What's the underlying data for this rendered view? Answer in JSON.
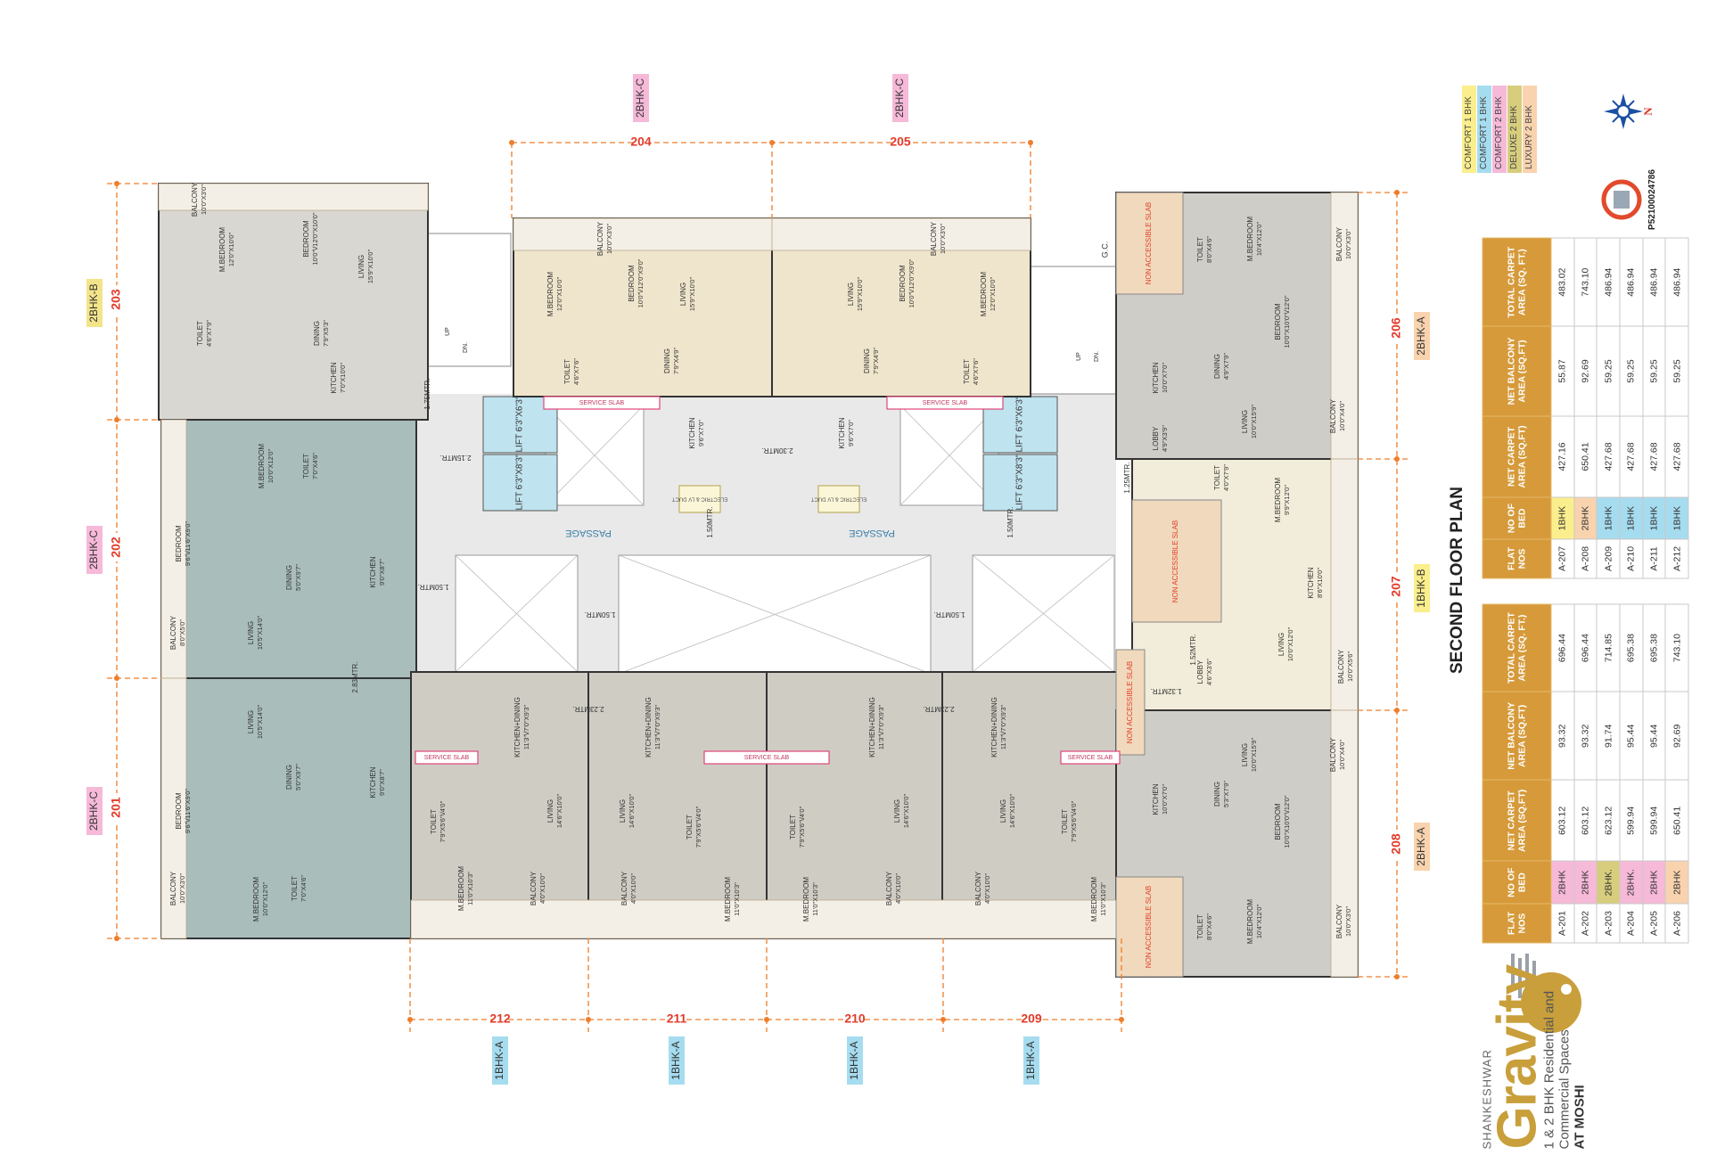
{
  "title": "SECOND FLOOR PLAN",
  "legend": [
    {
      "label": "COMFORT 1 BHK",
      "color": "#fbee8c"
    },
    {
      "label": "COMFORT 1 BHK",
      "color": "#a6dcef"
    },
    {
      "label": "COMFORT 2 BHK",
      "color": "#f6b9d8"
    },
    {
      "label": "DELUXE 2 BHK",
      "color": "#d7cd7c"
    },
    {
      "label": "LUXURY 2 BHK",
      "color": "#f8d3ae"
    }
  ],
  "compass": {
    "icon": "compass-north-icon",
    "north_label": "N"
  },
  "rera": {
    "number": "P52100024786",
    "icon": "rera-seal-icon"
  },
  "brand": {
    "prefix": "SHANKESHWAR",
    "name": "Gravity",
    "tagline_1": "1 & 2 BHK Residential and",
    "tagline_2": "Commercial Spaces",
    "tagline_3": "AT MOSHI",
    "color": "#c89f3a"
  },
  "tables": [
    {
      "headers": [
        "FLAT NOS",
        "NO OF BED",
        "NET CARPET AREA (SQ.FT)",
        "NET BALCONY AREA (SQ.FT)",
        "TOTAL CARPET AREA (SQ. FT.)"
      ],
      "rows": [
        {
          "flat": "A-207",
          "bed": "1BHK",
          "bed_color": "#fbee8c",
          "net_carpet": "427.16",
          "net_balcony": "55.87",
          "total": "483.02"
        },
        {
          "flat": "A-208",
          "bed": "2BHK",
          "bed_color": "#f8d3ae",
          "net_carpet": "650.41",
          "net_balcony": "92.69",
          "total": "743.10"
        },
        {
          "flat": "A-209",
          "bed": "1BHK",
          "bed_color": "#a6dcef",
          "net_carpet": "427.68",
          "net_balcony": "59.25",
          "total": "486.94"
        },
        {
          "flat": "A-210",
          "bed": "1BHK",
          "bed_color": "#a6dcef",
          "net_carpet": "427.68",
          "net_balcony": "59.25",
          "total": "486.94"
        },
        {
          "flat": "A-211",
          "bed": "1BHK",
          "bed_color": "#a6dcef",
          "net_carpet": "427.68",
          "net_balcony": "59.25",
          "total": "486.94"
        },
        {
          "flat": "A-212",
          "bed": "1BHK",
          "bed_color": "#a6dcef",
          "net_carpet": "427.68",
          "net_balcony": "59.25",
          "total": "486.94"
        }
      ]
    },
    {
      "headers": [
        "FLAT NOS",
        "NO OF BED",
        "NET CARPET AREA (SQ.FT)",
        "NET BALCONY AREA (SQ.FT)",
        "TOTAL CARPET AREA (SQ. FT.)"
      ],
      "rows": [
        {
          "flat": "A-201",
          "bed": "2BHK",
          "bed_color": "#f6b9d8",
          "net_carpet": "603.12",
          "net_balcony": "93.32",
          "total": "696.44"
        },
        {
          "flat": "A-202",
          "bed": "2BHK",
          "bed_color": "#f6b9d8",
          "net_carpet": "603.12",
          "net_balcony": "93.32",
          "total": "696.44"
        },
        {
          "flat": "A-203",
          "bed": "2BHK.",
          "bed_color": "#d7cd7c",
          "net_carpet": "623.12",
          "net_balcony": "91.74",
          "total": "714.85"
        },
        {
          "flat": "A-204",
          "bed": "2BHK.",
          "bed_color": "#f6b9d8",
          "net_carpet": "599.94",
          "net_balcony": "95.44",
          "total": "695.38"
        },
        {
          "flat": "A-205",
          "bed": "2BHK",
          "bed_color": "#f6b9d8",
          "net_carpet": "599.94",
          "net_balcony": "95.44",
          "total": "695.38"
        },
        {
          "flat": "A-206",
          "bed": "2BHK",
          "bed_color": "#f8d3ae",
          "net_carpet": "650.41",
          "net_balcony": "92.69",
          "total": "743.10"
        }
      ]
    }
  ],
  "unit_tags": [
    {
      "number": "203",
      "type": "2BHK-B",
      "color": "#f3e48a"
    },
    {
      "number": "202",
      "type": "2BHK-C",
      "color": "#f6b9d8"
    },
    {
      "number": "201",
      "type": "2BHK-C",
      "color": "#f6b9d8"
    },
    {
      "number": "204",
      "type": "2BHK-C",
      "color": "#f6b9d8"
    },
    {
      "number": "205",
      "type": "2BHK-C",
      "color": "#f6b9d8"
    },
    {
      "number": "206",
      "type": "2BHK-A",
      "color": "#f8d3ae"
    },
    {
      "number": "207",
      "type": "1BHK-B",
      "color": "#fbee8c"
    },
    {
      "number": "208",
      "type": "2BHK-A",
      "color": "#f8d3ae"
    },
    {
      "number": "212",
      "type": "1BHK-A",
      "color": "#a6dcef"
    },
    {
      "number": "211",
      "type": "1BHK-A",
      "color": "#a6dcef"
    },
    {
      "number": "210",
      "type": "1BHK-A",
      "color": "#a6dcef"
    },
    {
      "number": "209",
      "type": "1BHK-A",
      "color": "#a6dcef"
    }
  ],
  "rooms": [
    {
      "name": "M.BEDROOM",
      "size": "12'0\"X10'0\""
    },
    {
      "name": "BEDROOM",
      "size": "10'0\"\\/12'0\"X10'0\""
    },
    {
      "name": "LIVING",
      "size": "15'9\"X10'0\""
    },
    {
      "name": "DINING",
      "size": "7'9\"X5'3\""
    },
    {
      "name": "KITCHEN",
      "size": "7'0\"X10'0\""
    },
    {
      "name": "TOILET",
      "size": "4'6\"X7'9\""
    },
    {
      "name": "BALCONY",
      "size": "10'0\"X3'0\""
    },
    {
      "name": "M.BEDROOM",
      "size": "12'0\"X10'0\""
    },
    {
      "name": "BEDROOM",
      "size": "10'0\"\\/12'0\"X9'0\""
    },
    {
      "name": "LIVING",
      "size": "15'9\"X10'0\""
    },
    {
      "name": "DINING",
      "size": "7'9\"X4'9\""
    },
    {
      "name": "KITCHEN",
      "size": "9'6\"X7'0\""
    },
    {
      "name": "TOILET",
      "size": "4'6\"X7'6\""
    },
    {
      "name": "BALCONY",
      "size": "10'0\"X3'0\""
    },
    {
      "name": "M.BEDROOM",
      "size": "12'0\"X10'0\""
    },
    {
      "name": "BEDROOM",
      "size": "10'0\"\\/12'0\"X9'0\""
    },
    {
      "name": "LIVING",
      "size": "15'9\"X10'0\""
    },
    {
      "name": "DINING",
      "size": "7'9\"X4'9\""
    },
    {
      "name": "KITCHEN",
      "size": "9'6\"X7'0\""
    },
    {
      "name": "TOILET",
      "size": "4'6\"X7'6\""
    },
    {
      "name": "BALCONY",
      "size": "10'0\"X3'0\""
    },
    {
      "name": "M.BEDROOM",
      "size": "10'0\"X12'0\""
    },
    {
      "name": "TOILET",
      "size": "7'0\"X4'6\""
    },
    {
      "name": "BEDROOM",
      "size": "9'6\"\\/11'6\"X9'0\""
    },
    {
      "name": "DINING",
      "size": "5'0\"X9'7\""
    },
    {
      "name": "KITCHEN",
      "size": "9'0\"X8'7\""
    },
    {
      "name": "LIVING",
      "size": "10'5\"X14'0\""
    },
    {
      "name": "BALCONY",
      "size": "8'0\"X5'0\""
    },
    {
      "name": "LIVING",
      "size": "10'5\"X14'0\""
    },
    {
      "name": "DINING",
      "size": "5'0\"X9'7\""
    },
    {
      "name": "KITCHEN",
      "size": "9'0\"X8'7\""
    },
    {
      "name": "BEDROOM",
      "size": "9'6\"\\/11'6\"X9'0\""
    },
    {
      "name": "M.BEDROOM",
      "size": "10'0\"X12'0\""
    },
    {
      "name": "BALCONY",
      "size": "10'0\"X3'0\""
    },
    {
      "name": "TOILET",
      "size": "7'0\"X4'6\""
    },
    {
      "name": "KITCHEN+DINING",
      "size": "11'3\"\\/7'0\"X9'3\""
    },
    {
      "name": "LIVING",
      "size": "14'6\"X10'0\""
    },
    {
      "name": "M.BEDROOM",
      "size": "11'0\"X10'3\""
    },
    {
      "name": "BALCONY",
      "size": "4'0\"X10'0\""
    },
    {
      "name": "TOILET",
      "size": "7'9\"X5'6\"\\/4'0\""
    },
    {
      "name": "KITCHEN+DINING",
      "size": "11'3\"\\/7'0\"X9'3\""
    },
    {
      "name": "LIVING",
      "size": "14'6\"X10'0\""
    },
    {
      "name": "M.BEDROOM",
      "size": "11'0\"X10'3\""
    },
    {
      "name": "BALCONY",
      "size": "4'0\"X10'0\""
    },
    {
      "name": "TOILET",
      "size": "7'9\"X5'6\"\\/4'0\""
    },
    {
      "name": "KITCHEN+DINING",
      "size": "11'3\"\\/7'0\"X9'3\""
    },
    {
      "name": "LIVING",
      "size": "14'6\"X10'0\""
    },
    {
      "name": "M.BEDROOM",
      "size": "11'0\"X10'3\""
    },
    {
      "name": "BALCONY",
      "size": "4'0\"X10'0\""
    },
    {
      "name": "TOILET",
      "size": "7'9\"X5'6\"\\/4'0\""
    },
    {
      "name": "KITCHEN+DINING",
      "size": "11'3\"\\/7'0\"X9'3\""
    },
    {
      "name": "LIVING",
      "size": "14'6\"X10'0\""
    },
    {
      "name": "M.BEDROOM",
      "size": "11'0\"X10'3\""
    },
    {
      "name": "BALCONY",
      "size": "4'0\"X10'0\""
    },
    {
      "name": "TOILET",
      "size": "7'9\"X5'6\"\\/4'0\""
    },
    {
      "name": "M.BEDROOM",
      "size": "10'4\"X12'0\""
    },
    {
      "name": "TOILET",
      "size": "8'0\"X4'6\""
    },
    {
      "name": "BEDROOM",
      "size": "10'0\"X10'0\"\\/12'0\""
    },
    {
      "name": "KITCHEN",
      "size": "10'0\"X7'0\""
    },
    {
      "name": "DINING",
      "size": "4'9\"X7'9\""
    },
    {
      "name": "LIVING",
      "size": "10'0\"X15'9\""
    },
    {
      "name": "BALCONY",
      "size": "10'0\"X3'0\""
    },
    {
      "name": "BALCONY",
      "size": "10'0\"X4'0\""
    },
    {
      "name": "LOBBY",
      "size": "4'9\"X3'9\""
    },
    {
      "name": "M.BEDROOM",
      "size": "9'9\"X12'0\""
    },
    {
      "name": "TOILET",
      "size": "4'0\"X7'9\""
    },
    {
      "name": "KITCHEN",
      "size": "8'6\"X10'0\""
    },
    {
      "name": "LIVING",
      "size": "10'0\"X12'0\""
    },
    {
      "name": "BALCONY",
      "size": "10'0\"X5'6\""
    },
    {
      "name": "LOBBY",
      "size": "4'6\"X3'6\""
    },
    {
      "name": "LIVING",
      "size": "10'0\"X15'9\""
    },
    {
      "name": "KITCHEN",
      "size": "10'0\"X7'0\""
    },
    {
      "name": "DINING",
      "size": "5'3\"X7'9\""
    },
    {
      "name": "BEDROOM",
      "size": "10'0\"X10'0\"\\/12'0\""
    },
    {
      "name": "M.BEDROOM",
      "size": "10'4\"X12'0\""
    },
    {
      "name": "TOILET",
      "size": "8'0\"X4'6\""
    },
    {
      "name": "BALCONY",
      "size": "10'0\"X4'0\""
    },
    {
      "name": "BALCONY",
      "size": "10'0\"X3'0\""
    }
  ],
  "common": {
    "lifts": [
      "LIFT 6'3\"X6'3\"",
      "LIFT 6'3\"X8'3\"",
      "LIFT 6'3\"X6'3\"",
      "LIFT 6'3\"X8'3\""
    ],
    "passage": "PASSAGE",
    "service_slab": "SERVICE SLAB",
    "non_accessible_slab": "NON ACCESSIBLE SLAB",
    "duct": "ELECTRIC & LV DUCT",
    "gc": "G.C.",
    "stair_up": "UP",
    "stair_down": "DN.",
    "clearances": [
      "1.75MTR.",
      "2.15MTR.",
      "2.30MTR.",
      "1.50MTR.",
      "1.50MTR.",
      "1.50MTR.",
      "1.50MTR.",
      "1.50MTR.",
      "2.83MTR.",
      "2.23MTR.",
      "2.23MTR.",
      "1.25MTR.",
      "1.52MTR.",
      "1.32MTR."
    ]
  }
}
